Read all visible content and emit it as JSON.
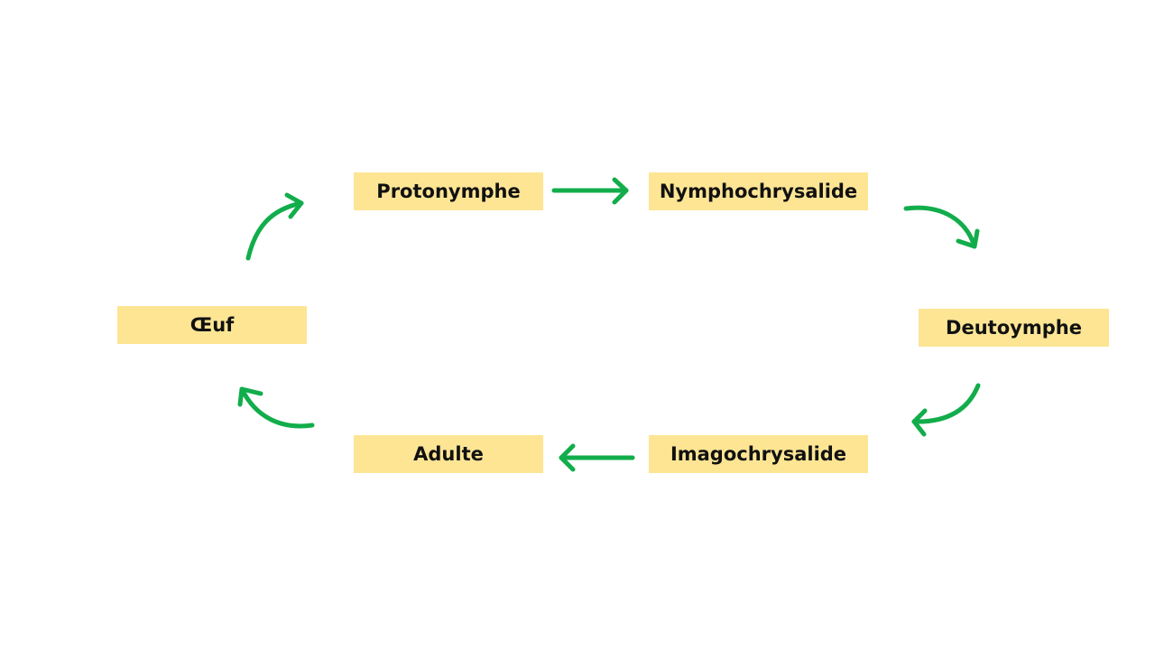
{
  "diagram": {
    "nodes": [
      {
        "id": "protonymphe",
        "label": "Protonymphe"
      },
      {
        "id": "nymphochrysalide",
        "label": "Nymphochrysalide"
      },
      {
        "id": "deutoymphe",
        "label": "Deutoymphe"
      },
      {
        "id": "imagochrysalide",
        "label": "Imagochrysalide"
      },
      {
        "id": "adulte",
        "label": "Adulte"
      },
      {
        "id": "oeuf",
        "label": "Œuf"
      }
    ],
    "edges": [
      {
        "from": "oeuf",
        "to": "protonymphe"
      },
      {
        "from": "protonymphe",
        "to": "nymphochrysalide"
      },
      {
        "from": "nymphochrysalide",
        "to": "deutoymphe"
      },
      {
        "from": "deutoymphe",
        "to": "imagochrysalide"
      },
      {
        "from": "imagochrysalide",
        "to": "adulte"
      },
      {
        "from": "adulte",
        "to": "oeuf"
      }
    ],
    "colors": {
      "node_fill": "#fde594",
      "arrow": "#12ad4b"
    }
  }
}
